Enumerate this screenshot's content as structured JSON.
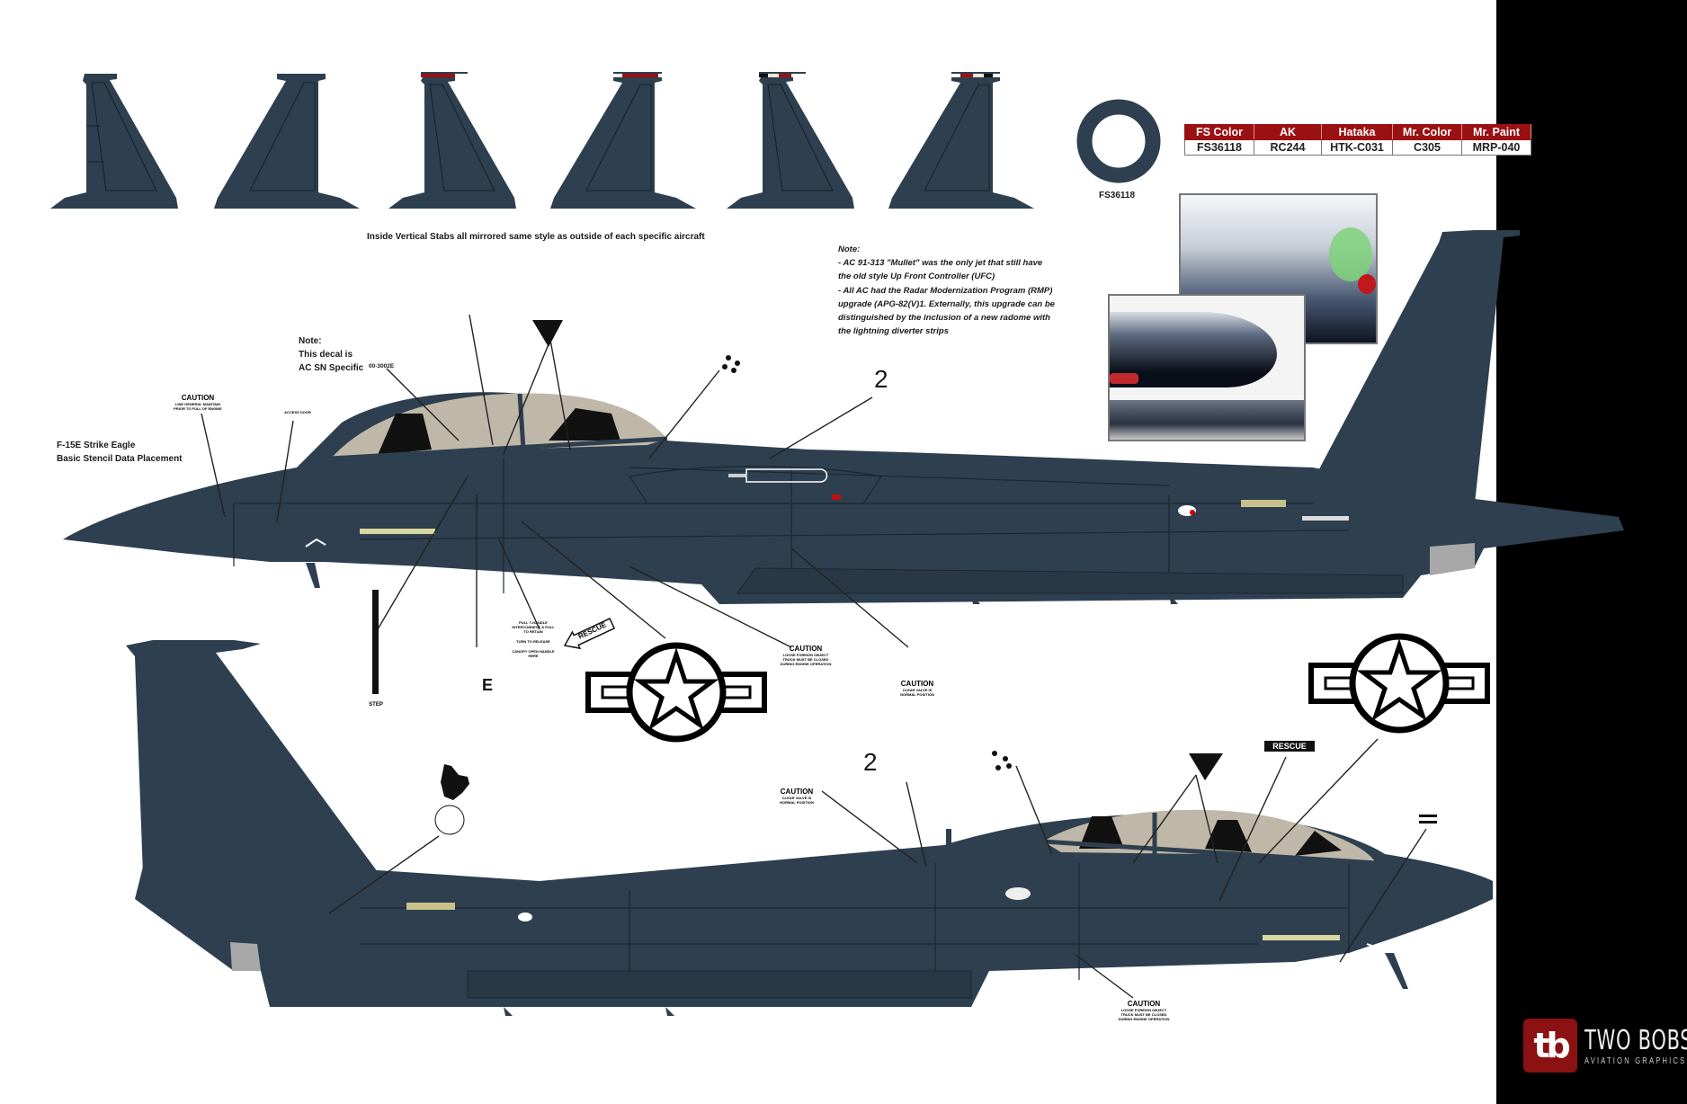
{
  "sheet": {
    "title_line1": "F-15E Strike Eagle",
    "title_line2": "Basic Stencil Data Placement",
    "stabs_caption": "Inside Vertical Stabs all mirrored same style as outside of each specific aircraft",
    "colors": {
      "aircraft_gray": "#2e3f4f",
      "canopy_tan": "#bfb8a8",
      "accent_red": "#9b1012",
      "background": "#ffffff",
      "sidebar_black": "#000000"
    }
  },
  "color_swatch": {
    "label": "FS36118"
  },
  "paint_table": {
    "headers": [
      "FS Color",
      "AK",
      "Hataka",
      "Mr. Color",
      "Mr. Paint"
    ],
    "row": [
      "FS36118",
      "RC244",
      "HTK-C031",
      "C305",
      "MRP-040"
    ]
  },
  "notes": {
    "upgrade_note": {
      "heading": "Note:",
      "lines": [
        "- AC 91-313 \"Mullet\" was the only jet that still have",
        "the old style Up Front Controller (UFC)",
        "- All AC had the Radar Modernization Program (RMP)",
        "upgrade (APG-82(V)1.  Externally, this upgrade can be",
        "distinguished by the inclusion of a new radome with",
        "the lightning diverter strips"
      ]
    },
    "decal_note": {
      "heading": "Note:",
      "line1": "This decal is",
      "line2": "AC SN Specific",
      "serial": "00-3002E"
    }
  },
  "stencils": {
    "caution": "CAUTION",
    "rescue": "RESCUE",
    "step": "STEP",
    "number_two": "2",
    "caution_sub_1": "LINE GENERAL MAINTAIN PRIOR TO FULL OF ENGINE",
    "caution_sub_2": "LOOSE FOREIGN OBJECT TRUCK MUST BE CLOSED DURING ENGINE OPERATION",
    "caution_sub_3": "CLEAR VALVE IS NORMAL POSITION",
    "rescue_sub_1": "PULL T-HANDLE INTERCONNECT & PULL TO RETAIN",
    "rescue_sub_2": "TURN TO RELEASE",
    "rescue_sub_3": "CANOPY OPEN HANDLE HERE",
    "access_door": "ACCESS DOOR"
  },
  "branding": {
    "logo_mark": "tb",
    "name": "TWO BOBS",
    "tagline": "AVIATION GRAPHICS"
  }
}
